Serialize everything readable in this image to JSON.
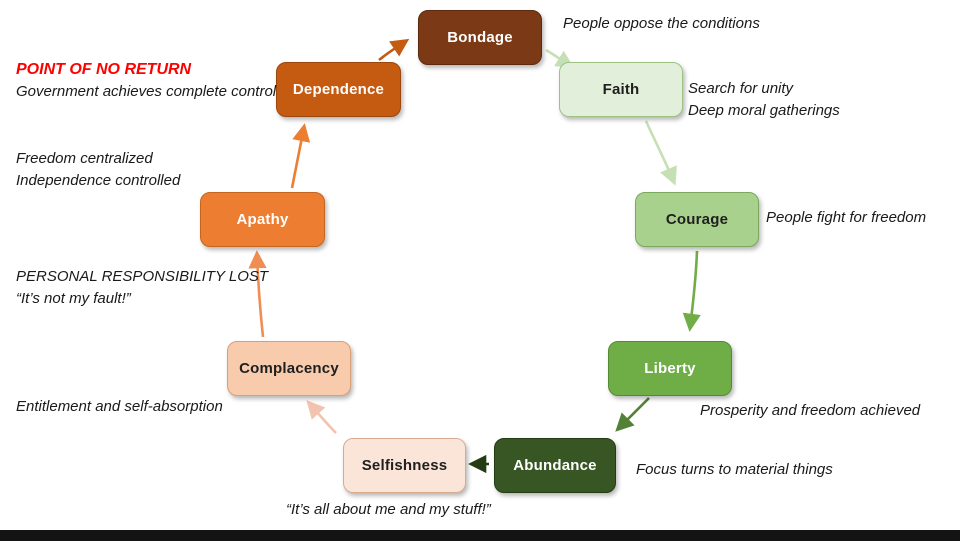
{
  "nodes": [
    {
      "id": "bondage",
      "label": "Bondage",
      "bg": "#7b3a15",
      "text_color": "#ffffff"
    },
    {
      "id": "faith",
      "label": "Faith",
      "bg": "#e2efda",
      "text_color": "#1f1f1f"
    },
    {
      "id": "courage",
      "label": "Courage",
      "bg": "#a9d18e",
      "text_color": "#1f1f1f"
    },
    {
      "id": "liberty",
      "label": "Liberty",
      "bg": "#6fad47",
      "text_color": "#ffffff"
    },
    {
      "id": "abundance",
      "label": "Abundance",
      "bg": "#375623",
      "text_color": "#ffffff"
    },
    {
      "id": "selfishness",
      "label": "Selfishness",
      "bg": "#fbe5d8",
      "text_color": "#1f1f1f"
    },
    {
      "id": "complacency",
      "label": "Complacency",
      "bg": "#f8cbad",
      "text_color": "#1f1f1f"
    },
    {
      "id": "apathy",
      "label": "Apathy",
      "bg": "#ed7d31",
      "text_color": "#ffffff"
    },
    {
      "id": "dependence",
      "label": "Dependence",
      "bg": "#c55a11",
      "text_color": "#ffffff"
    }
  ],
  "arrows": [
    {
      "from": "bondage",
      "to": "faith",
      "color": "#c5e0b4"
    },
    {
      "from": "faith",
      "to": "courage",
      "color": "#c5e0b4"
    },
    {
      "from": "courage",
      "to": "liberty",
      "color": "#70ad47"
    },
    {
      "from": "liberty",
      "to": "abundance",
      "color": "#538135"
    },
    {
      "from": "abundance",
      "to": "selfishness",
      "color": "#233c15"
    },
    {
      "from": "selfishness",
      "to": "complacency",
      "color": "#f2c3ae"
    },
    {
      "from": "complacency",
      "to": "apathy",
      "color": "#ee8e52"
    },
    {
      "from": "apathy",
      "to": "dependence",
      "color": "#ed7d31"
    },
    {
      "from": "dependence",
      "to": "bondage",
      "color": "#c55a11"
    }
  ],
  "annotations": {
    "bondage": "People oppose the conditions",
    "point_of_no_return_title": "POINT OF NO RETURN",
    "point_of_no_return_sub": "Government achieves complete control",
    "faith_line1": "Search for unity",
    "faith_line2": "Deep moral gatherings",
    "freedom_line1": "Freedom centralized",
    "freedom_line2": "Independence controlled",
    "courage": "People fight for freedom",
    "apathy_line1": "PERSONAL RESPONSIBILITY LOST",
    "apathy_line2": "“It’s not my fault!”",
    "complacency": "Entitlement and self-absorption",
    "liberty": "Prosperity and freedom achieved",
    "abundance": "Focus turns to material things",
    "selfishness": "“It’s all about me and my stuff!”"
  },
  "colors": {
    "point_of_no_return": "#fe0000",
    "annotation_text": "#1a1a1a",
    "background": "#ffffff",
    "bottom_bar": "#141414"
  }
}
